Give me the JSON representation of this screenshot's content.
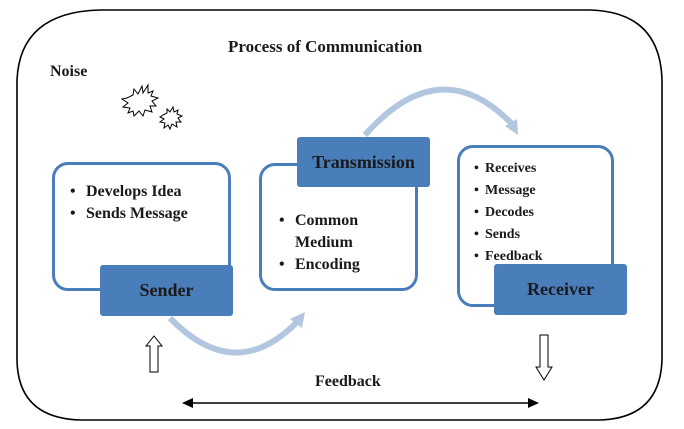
{
  "title": "Process of Communication",
  "noise_label": "Noise",
  "feedback_label": "Feedback",
  "colors": {
    "box_fill": "#4a7ebb",
    "box_border": "#4a7ebb",
    "curved_arrow": "#b3c6e0",
    "text": "#1a1a1a",
    "frame": "#000000"
  },
  "stages": {
    "sender": {
      "label": "Sender",
      "items": [
        "Develops Idea",
        "Sends Message"
      ]
    },
    "transmission": {
      "label": "Transmission",
      "items": [
        "Common Medium",
        "Encoding"
      ]
    },
    "receiver": {
      "label": "Receiver",
      "items": [
        "Receives",
        "Message",
        "Decodes",
        "Sends",
        "Feedback"
      ]
    }
  },
  "icons": {
    "noise": "explosion-burst-icon",
    "up_arrow": "outline-up-arrow-icon",
    "down_arrow": "outline-down-arrow-icon",
    "feedback_arrow": "double-headed-arrow-icon"
  }
}
